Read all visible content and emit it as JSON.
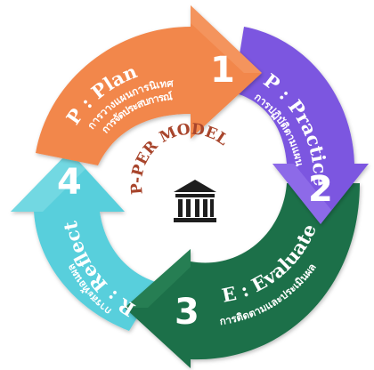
{
  "center": {
    "title": "P-PER MODEL",
    "icon": "institution-building-icon",
    "title_color": "#a8452c",
    "icon_color": "#1e1e1e"
  },
  "stages": [
    {
      "number": "1",
      "title": "P : Plan",
      "subtitle_line1": "การวางแผนการนิเทศ",
      "subtitle_line2": "การจัดประสบการณ์",
      "color": "#f2874c",
      "highlight": "#f6a574"
    },
    {
      "number": "2",
      "title": "P : Practice",
      "subtitle_line1": "การปฏิบัติตามแผน",
      "subtitle_line2": "",
      "color": "#7b56e0",
      "highlight": "#9f7ef0"
    },
    {
      "number": "3",
      "title": "E : Evaluate",
      "subtitle_line1": "การติดตามและประเมินผล",
      "subtitle_line2": "",
      "color": "#1d7048",
      "highlight": "#2f8c5e"
    },
    {
      "number": "4",
      "title": "R : Reflect",
      "subtitle_line1": "การสะท้อนผล",
      "subtitle_line2": "",
      "color": "#59cfdc",
      "highlight": "#86e0e8"
    }
  ]
}
